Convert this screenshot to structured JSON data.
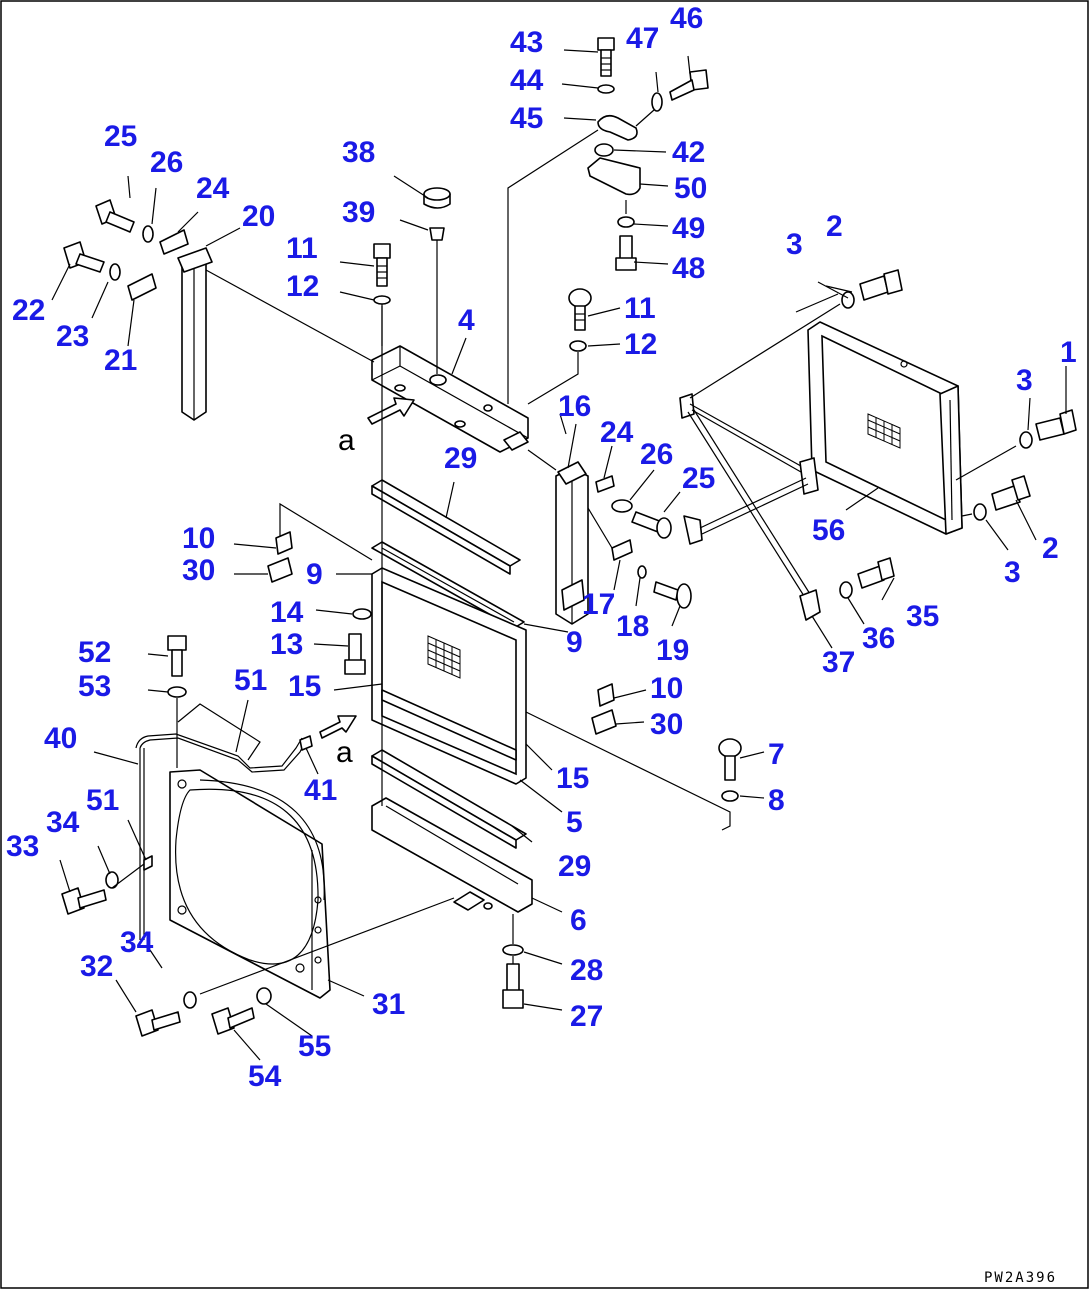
{
  "drawing_code": "PW2A396",
  "view_marker": "a",
  "callouts": [
    "1",
    "2",
    "3",
    "4",
    "5",
    "6",
    "7",
    "8",
    "9",
    "10",
    "11",
    "12",
    "13",
    "14",
    "15",
    "16",
    "17",
    "18",
    "19",
    "20",
    "21",
    "22",
    "23",
    "24",
    "25",
    "26",
    "27",
    "28",
    "29",
    "30",
    "31",
    "32",
    "33",
    "34",
    "35",
    "36",
    "37",
    "38",
    "39",
    "40",
    "41",
    "42",
    "43",
    "44",
    "45",
    "46",
    "47",
    "48",
    "49",
    "50",
    "51",
    "52",
    "53",
    "54",
    "55",
    "56"
  ]
}
